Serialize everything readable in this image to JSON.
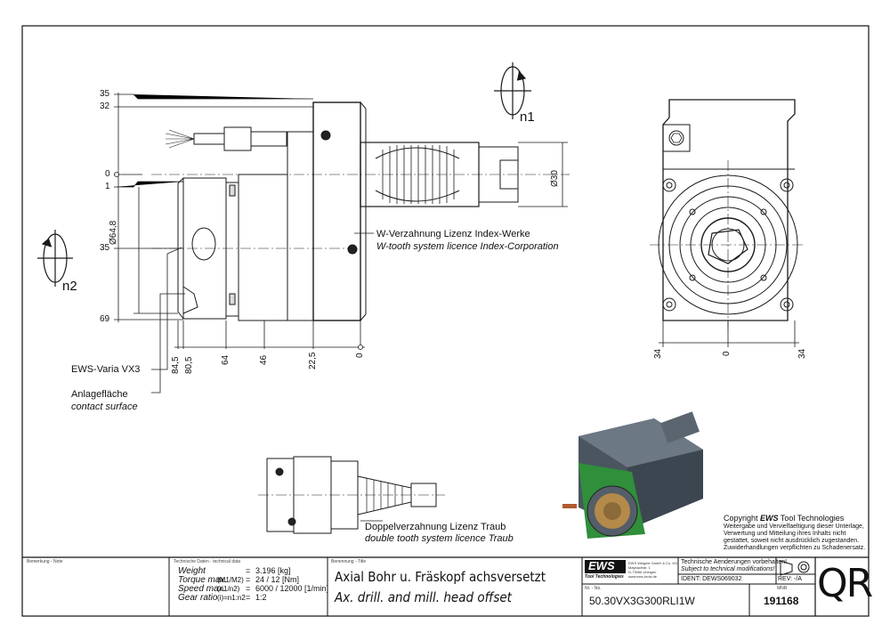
{
  "callouts": {
    "varia": "EWS-Varia VX3",
    "contact_de": "Anlagefläche",
    "contact_en": "contact surface",
    "wtooth_de": "W-Verzahnung Lizenz Index-Werke",
    "wtooth_en": "W-tooth system licence Index-Corporation",
    "double_de": "Doppelverzahnung Lizenz Traub",
    "double_en": "double tooth system licence Traub",
    "n1": "n1",
    "n2": "n2"
  },
  "dimensions": {
    "left_ordinates": [
      "35",
      "32",
      "0",
      "1",
      "35",
      "69"
    ],
    "diameter_64": "Ø64,8",
    "bottom": [
      "84,5",
      "80,5",
      "64",
      "46",
      "22,5",
      "0"
    ],
    "diameter_30": "Ø30",
    "right_bottom": [
      "34",
      "0",
      "34"
    ]
  },
  "copyright": {
    "title_prefix": "Copyright ",
    "title_brand": "EWS",
    "title_suffix": " Tool Technologies",
    "lines": [
      "Weitergabe und Vervielfaeltigung dieser Unterlage,",
      "Verwertung und Mitteilung ihres Inhalts nicht",
      "gestattet, soweit nicht ausdrücklich zugestanden.",
      "Zuwiderhandlungen verpflichten zu Schadenersatz."
    ]
  },
  "title_block": {
    "note_label": "Bemerkung - Note",
    "tech_label": "Technische Daten - technical data",
    "tech_rows": [
      {
        "name": "Weight",
        "sub": "",
        "eq": "=",
        "value": "3.196 [kg]"
      },
      {
        "name": "Torque max.",
        "sub": "(M1/M2)",
        "eq": "=",
        "value": "24 / 12 [Nm]"
      },
      {
        "name": "Speed max.",
        "sub": "(n1/n2)",
        "eq": "=",
        "value": "6000 / 12000 [1/min]"
      },
      {
        "name": "Gear ratio",
        "sub": "(i)=n1:n2",
        "eq": "=",
        "value": "1:2"
      }
    ],
    "designation_label": "Benennung - Title",
    "title_de": "Axial Bohr u. Fräskopf achsversetzt",
    "title_en": "Ax. drill. and mill. head offset",
    "logo": "EWS",
    "logo_sub": "Tool Technologies",
    "company_lines": [
      "EWS Weigele GmbH & Co. KG",
      "Maybachstr. 1",
      "D-73066 Uhingen",
      "www.ews-tools.de"
    ],
    "nr_label": "Nr. - No.",
    "part_number": "50.30VX3G300RLI1W",
    "change_de": "Technische Aenderungen vorbehalten!",
    "change_en": "Subject to technical modifications!",
    "ident": "IDENT: DEWS069032",
    "rev": "REV: -/A",
    "mnr_label": "MNR",
    "mnr": "191168",
    "qr": "QR"
  },
  "colors": {
    "line": "#1a1a1a",
    "render_body": "#4a5560",
    "render_green": "#2f8f3a",
    "render_bronze": "#b48a4a"
  }
}
